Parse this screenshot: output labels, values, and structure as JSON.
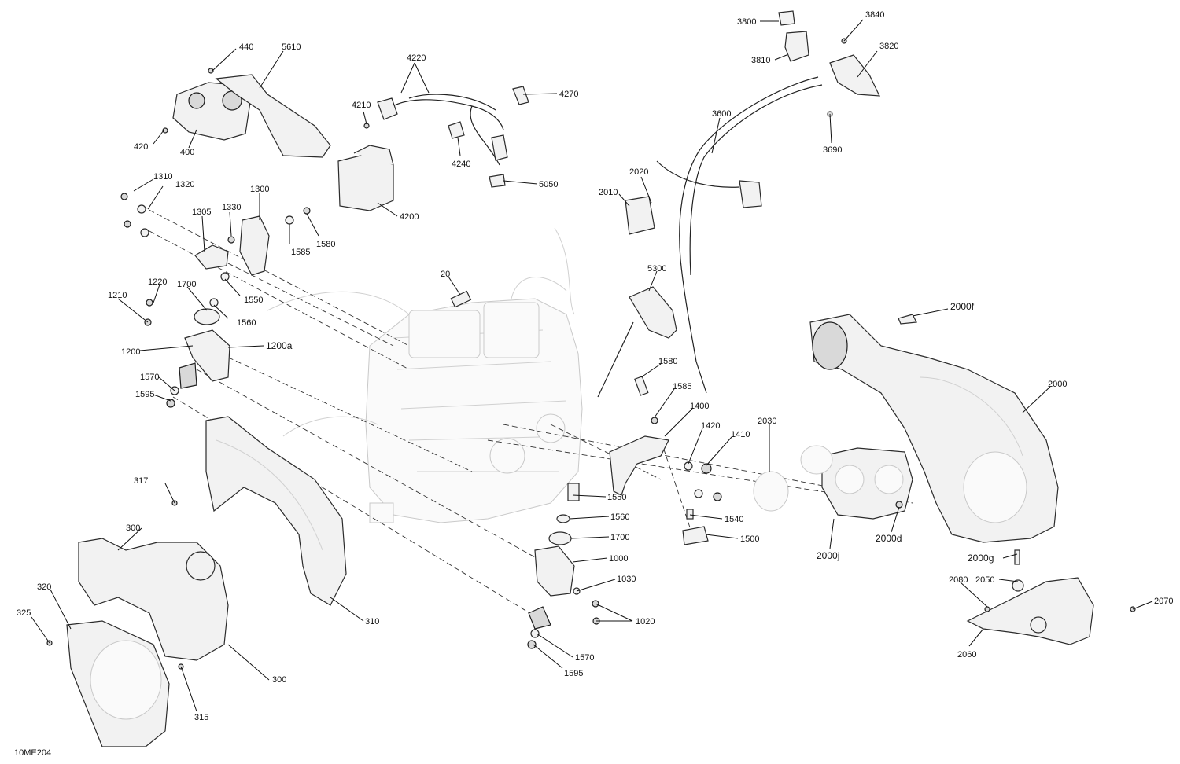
{
  "diagram": {
    "reference": "10ME204",
    "callouts": {
      "c440": "440",
      "c5610": "5610",
      "c420": "420",
      "c400": "400",
      "c4220": "4220",
      "c4210": "4210",
      "c4270": "4270",
      "c4240": "4240",
      "c4200": "4200",
      "c5050": "5050",
      "c3800": "3800",
      "c3840": "3840",
      "c3810": "3810",
      "c3820": "3820",
      "c3600": "3600",
      "c3690": "3690",
      "c2020": "2020",
      "c2010": "2010",
      "c1310": "1310",
      "c1320": "1320",
      "c1300": "1300",
      "c1305": "1305",
      "c1330": "1330",
      "c1580a": "1580",
      "c1585a": "1585",
      "c1220": "1220",
      "c1700a": "1700",
      "c1210": "1210",
      "c1550a": "1550",
      "c1560a": "1560",
      "c1200": "1200",
      "c1200a": "1200a",
      "c1570a": "1570",
      "c1595a": "1595",
      "c20": "20",
      "c5300": "5300",
      "c2000f": "2000f",
      "c2000": "2000",
      "c1580b": "1580",
      "c1585b": "1585",
      "c1400": "1400",
      "c1420": "1420",
      "c1410": "1410",
      "c2030": "2030",
      "c317": "317",
      "c300a": "300",
      "c320": "320",
      "c325": "325",
      "c310": "310",
      "c300b": "300",
      "c315": "315",
      "c1550b": "1550",
      "c1560b": "1560",
      "c1700b": "1700",
      "c1000": "1000",
      "c1030": "1030",
      "c1020": "1020",
      "c1570b": "1570",
      "c1595b": "1595",
      "c1540": "1540",
      "c1500": "1500",
      "c2000j": "2000j",
      "c2000d": "2000d",
      "c2000g": "2000g",
      "c2080": "2080",
      "c2050": "2050",
      "c2070": "2070",
      "c2060": "2060"
    }
  }
}
